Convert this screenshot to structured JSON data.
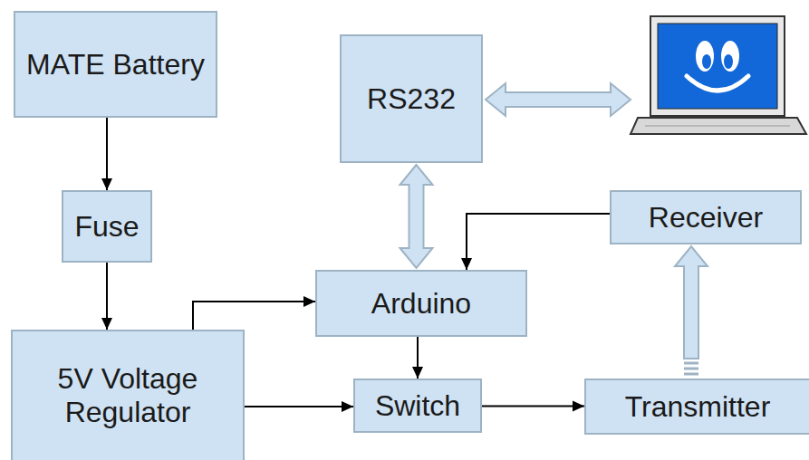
{
  "diagram": {
    "nodes": [
      {
        "text": [
          "MATE Battery"
        ]
      },
      {
        "text": [
          "RS232"
        ]
      },
      {
        "text": [
          "Fuse"
        ]
      },
      {
        "text": [
          "Receiver"
        ]
      },
      {
        "text": [
          "Arduino"
        ]
      },
      {
        "text": [
          "5V Voltage Regulator"
        ]
      },
      {
        "text": [
          "Switch"
        ]
      },
      {
        "text": [
          "Transmitter"
        ]
      }
    ],
    "edges": [
      {
        "from": 0,
        "to": 2,
        "arrow": "to"
      },
      {
        "from": 2,
        "to": 5,
        "arrow": "to"
      },
      {
        "from": 5,
        "to": 4,
        "arrow": "to"
      },
      {
        "from": 5,
        "to": 6,
        "arrow": "to"
      },
      {
        "from": 1,
        "to": 4,
        "arrow": "both"
      },
      {
        "from": 3,
        "to": 4,
        "arrow": "to"
      },
      {
        "from": 4,
        "to": 6,
        "arrow": "to"
      },
      {
        "from": 6,
        "to": 7,
        "arrow": "to"
      },
      {
        "from": 7,
        "to": 3,
        "arrow": "to"
      }
    ]
  }
}
